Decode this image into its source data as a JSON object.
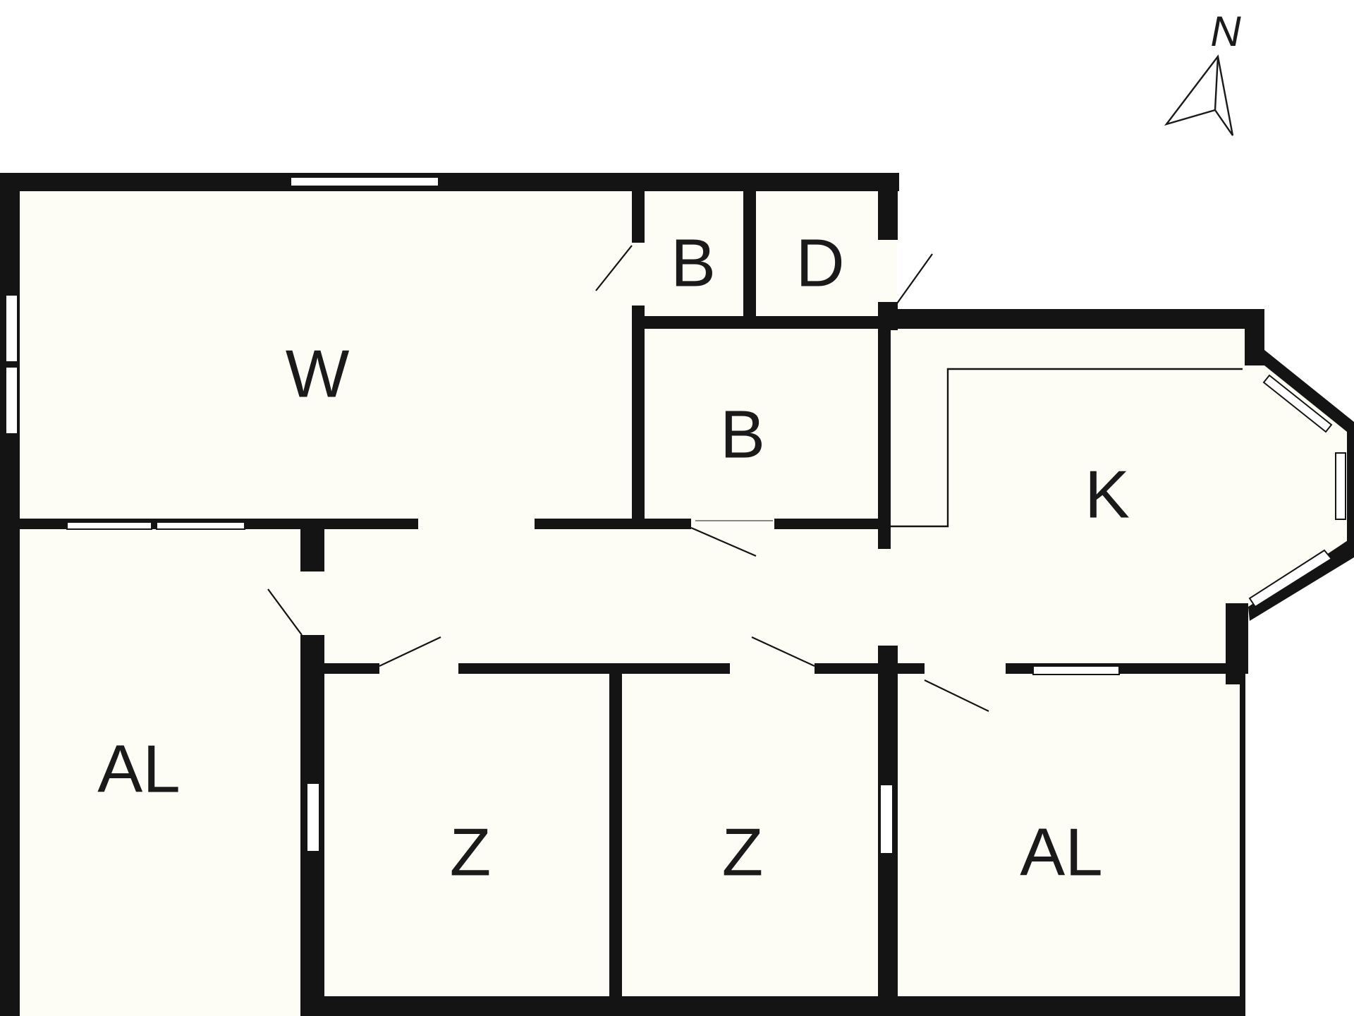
{
  "compass": {
    "label": "N",
    "icon": "north-arrow-icon"
  },
  "rooms": [
    {
      "id": "living",
      "label": "W"
    },
    {
      "id": "bath-small",
      "label": "B"
    },
    {
      "id": "shower",
      "label": "D"
    },
    {
      "id": "bath",
      "label": "B"
    },
    {
      "id": "kitchen",
      "label": "K"
    },
    {
      "id": "alcove-left",
      "label": "AL"
    },
    {
      "id": "room-1",
      "label": "Z"
    },
    {
      "id": "room-2",
      "label": "Z"
    },
    {
      "id": "alcove-right",
      "label": "AL"
    }
  ],
  "colors": {
    "wall": "#141414",
    "floor": "#fdfdf6",
    "background": "#ffffff"
  }
}
